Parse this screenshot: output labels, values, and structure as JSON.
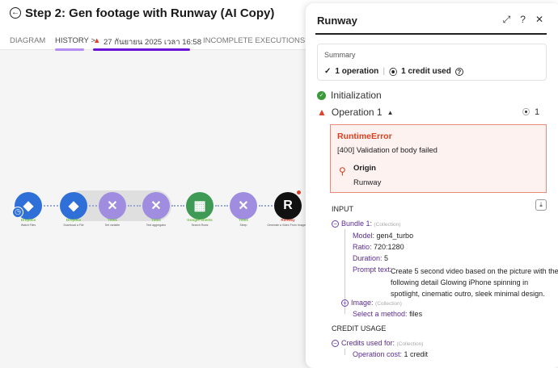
{
  "header": {
    "title": "Step 2: Gen footage with Runway (AI Copy)",
    "tabs": {
      "diagram": "DIAGRAM",
      "history": "HISTORY >",
      "execution": "27 กันยายน 2025 เวลา 16:58",
      "incomplete": "INCOMPLETE EXECUTIONS"
    }
  },
  "nodes": [
    {
      "app": "Dropbox",
      "action": "Watch Files",
      "color": "#2f6fd8"
    },
    {
      "app": "Dropbox",
      "action": "Download a File",
      "color": "#2f6fd8"
    },
    {
      "app": "Tools",
      "action": "Set variable",
      "color": "#a08de0"
    },
    {
      "app": "Tools",
      "action": "Text aggregator",
      "color": "#a08de0"
    },
    {
      "app": "Google Sheets",
      "action": "Search Rows",
      "color": "#3e9a55"
    },
    {
      "app": "Tools",
      "action": "Sleep",
      "color": "#a08de0"
    },
    {
      "app": "Runway",
      "action": "Generate a Video From Image(s)",
      "color": "#111111"
    }
  ],
  "panel": {
    "title": "Runway",
    "summary": {
      "heading": "Summary",
      "operations": "1 operation",
      "credits": "1 credit used"
    },
    "initialization": "Initialization",
    "operation": "Operation 1",
    "operation_credits": "1",
    "error": {
      "type": "RuntimeError",
      "message": "[400] Validation of body failed",
      "origin_label": "Origin",
      "origin": "Runway"
    },
    "input": {
      "heading": "INPUT",
      "bundle": "Bundle 1:",
      "collection": "(Collection)",
      "fields": [
        {
          "key": "Model:",
          "value": "gen4_turbo"
        },
        {
          "key": "Ratio:",
          "value": "720:1280"
        },
        {
          "key": "Duration:",
          "value": "5"
        }
      ],
      "prompt_key": "Prompt text:",
      "prompt_lines": [
        "Create 5 second video based on the picture with the",
        "following detail Glowing iPhone spinning in",
        "spotlight, cinematic outro, sleek minimal design."
      ],
      "image_key": "Image:",
      "method_key": "Select a method:",
      "method_value": "files"
    },
    "credit_usage": {
      "heading": "CREDIT USAGE",
      "credits_for": "Credits used for:",
      "collection": "(Collection)",
      "cost_key": "Operation cost:",
      "cost_value": "1 credit"
    }
  }
}
